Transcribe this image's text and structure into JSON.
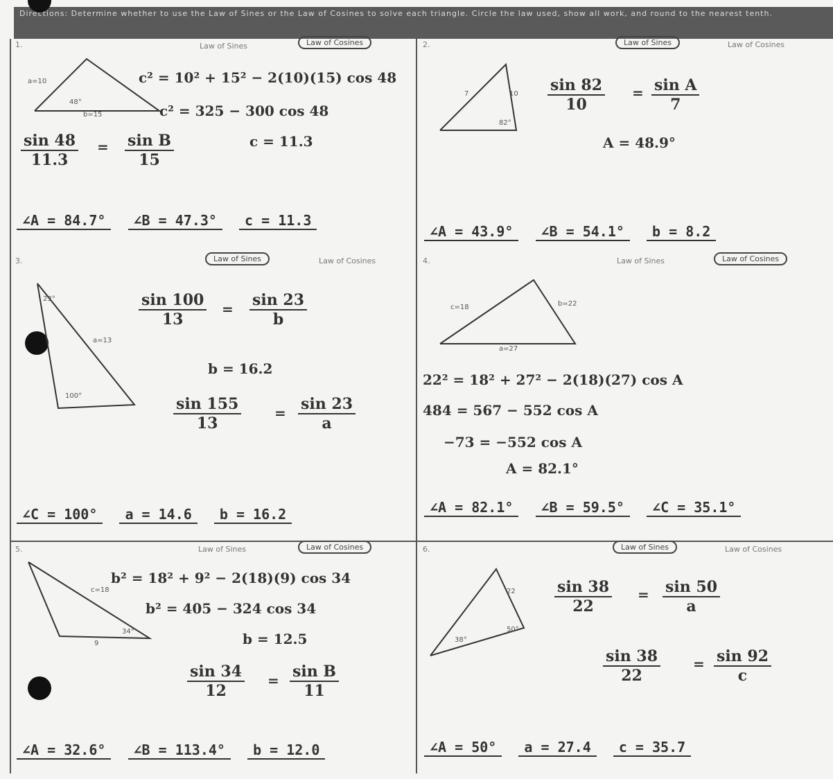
{
  "header": {
    "instructions": "Directions: Determine whether to use the Law of Sines or the Law of Cosines to solve each triangle. Circle the law used, show all work, and round to the nearest tenth."
  },
  "labels": {
    "sines": "Law of Sines",
    "cosines": "Law of Cosines"
  },
  "problems": [
    {
      "num": "1.",
      "work": [
        "c² = 10² + 15² − 2(10)(15) cos 48",
        "c² = 325 − 300 cos 48",
        "c = 11.3"
      ],
      "fraction_pairs": [
        {
          "left": {
            "num": "sin 48",
            "den": "11.3"
          },
          "right": {
            "num": "sin B",
            "den": "15"
          }
        }
      ],
      "answers": [
        "∠A = 84.7°",
        "∠B = 47.3°",
        "c = 11.3"
      ]
    },
    {
      "num": "2.",
      "work": [
        "A = 48.9°"
      ],
      "fraction_pairs": [
        {
          "left": {
            "num": "sin 82",
            "den": "10"
          },
          "right": {
            "num": "sin A",
            "den": "7"
          }
        }
      ],
      "answers": [
        "∠A = 43.9°",
        "∠B = 54.1°",
        "b = 8.2"
      ]
    },
    {
      "num": "3.",
      "work": [
        "b = 16.2"
      ],
      "fraction_pairs": [
        {
          "left": {
            "num": "sin 100",
            "den": "13"
          },
          "right": {
            "num": "sin 23",
            "den": "b"
          }
        },
        {
          "left": {
            "num": "sin 155",
            "den": "13"
          },
          "right": {
            "num": "sin 23",
            "den": "a"
          }
        }
      ],
      "answers": [
        "∠C = 100°",
        "a = 14.6",
        "b = 16.2"
      ]
    },
    {
      "num": "4.",
      "work": [
        "22² = 18² + 27² − 2(18)(27) cos A",
        "484 = 567 − 552 cos A",
        "−73 = −552 cos A",
        "A = 82.1°"
      ],
      "fraction_pairs": [],
      "answers": [
        "∠A = 82.1°",
        "∠B = 59.5°",
        "∠C = 35.1°"
      ]
    },
    {
      "num": "5.",
      "work": [
        "b² = 18² + 9² − 2(18)(9) cos 34",
        "b² = 405 − 324 cos 34",
        "b = 12.5"
      ],
      "fraction_pairs": [
        {
          "left": {
            "num": "sin 34",
            "den": "12"
          },
          "right": {
            "num": "sin B",
            "den": "11"
          }
        }
      ],
      "answers": [
        "∠A = 32.6°",
        "∠B = 113.4°",
        "b = 12.0"
      ]
    },
    {
      "num": "6.",
      "work": [],
      "fraction_pairs": [
        {
          "left": {
            "num": "sin 38",
            "den": "22"
          },
          "right": {
            "num": "sin 50",
            "den": "a"
          }
        },
        {
          "left": {
            "num": "sin 38",
            "den": "22"
          },
          "right": {
            "num": "sin 92",
            "den": "c"
          }
        }
      ],
      "answers": [
        "∠A = 50°",
        "a = 27.4",
        "c = 35.7"
      ]
    }
  ]
}
